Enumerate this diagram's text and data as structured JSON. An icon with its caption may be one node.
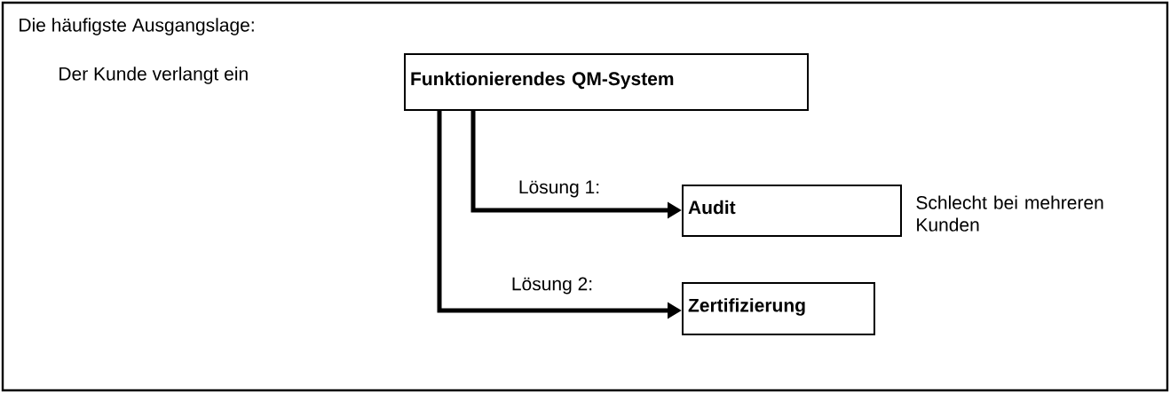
{
  "diagram": {
    "title": "Die häufigste Ausgangslage:",
    "nodes": [
      {
        "text": [
          "Funktionierendes QM-System"
        ]
      },
      {
        "text": [
          "Audit"
        ],
        "beside": [
          "Schlecht bei mehreren Kunden"
        ]
      },
      {
        "text": [
          "Zertifizierung"
        ]
      }
    ],
    "edges": [
      {
        "from": 0,
        "to": 1,
        "arrow": "to",
        "label": "Lösung 1:"
      },
      {
        "from": 0,
        "to": 2,
        "arrow": "to",
        "label": "Lösung 2:"
      }
    ],
    "labels": [
      "Der Kunde verlangt ein"
    ]
  }
}
